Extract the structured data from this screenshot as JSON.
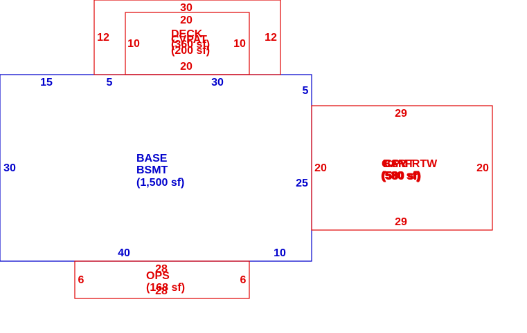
{
  "colors": {
    "main": "#0000cc",
    "addition": "#e00000",
    "background": "#ffffff"
  },
  "areas": [
    {
      "id": "base",
      "color": "main",
      "name_lines": [
        "BASE",
        "BSMT",
        "(1,500 sf)"
      ],
      "dimensions": [
        "15",
        "5",
        "30",
        "5",
        "25",
        "10",
        "40",
        "30"
      ]
    },
    {
      "id": "deck",
      "color": "addition",
      "name_lines": [
        "DECK",
        "(360 sf)"
      ],
      "dimensions": [
        "30",
        "12",
        "12"
      ]
    },
    {
      "id": "cvpat",
      "color": "addition",
      "name_lines": [
        "CVPAT",
        "(200 sf)"
      ],
      "dimensions": [
        "20",
        "10",
        "10",
        "20"
      ]
    },
    {
      "id": "garage",
      "color": "addition",
      "name_lines": [
        "GAR",
        "(580 sf)"
      ],
      "dimensions": [
        "29",
        "20",
        "20",
        "29"
      ]
    },
    {
      "id": "bsmt",
      "color": "addition",
      "name_lines": [
        "BSMT",
        "(580 sf)"
      ]
    },
    {
      "id": "cpy",
      "color": "addition",
      "name_lines": [
        "CPY",
        "(580 sf)"
      ]
    },
    {
      "id": "frtw",
      "color": "addition",
      "name_lines": [
        "FRTW",
        "(580 sf)"
      ]
    },
    {
      "id": "ops",
      "color": "addition",
      "name_lines": [
        "OPS",
        "(168 sf)"
      ],
      "dimensions": [
        "28",
        "6",
        "6",
        "28"
      ]
    }
  ]
}
